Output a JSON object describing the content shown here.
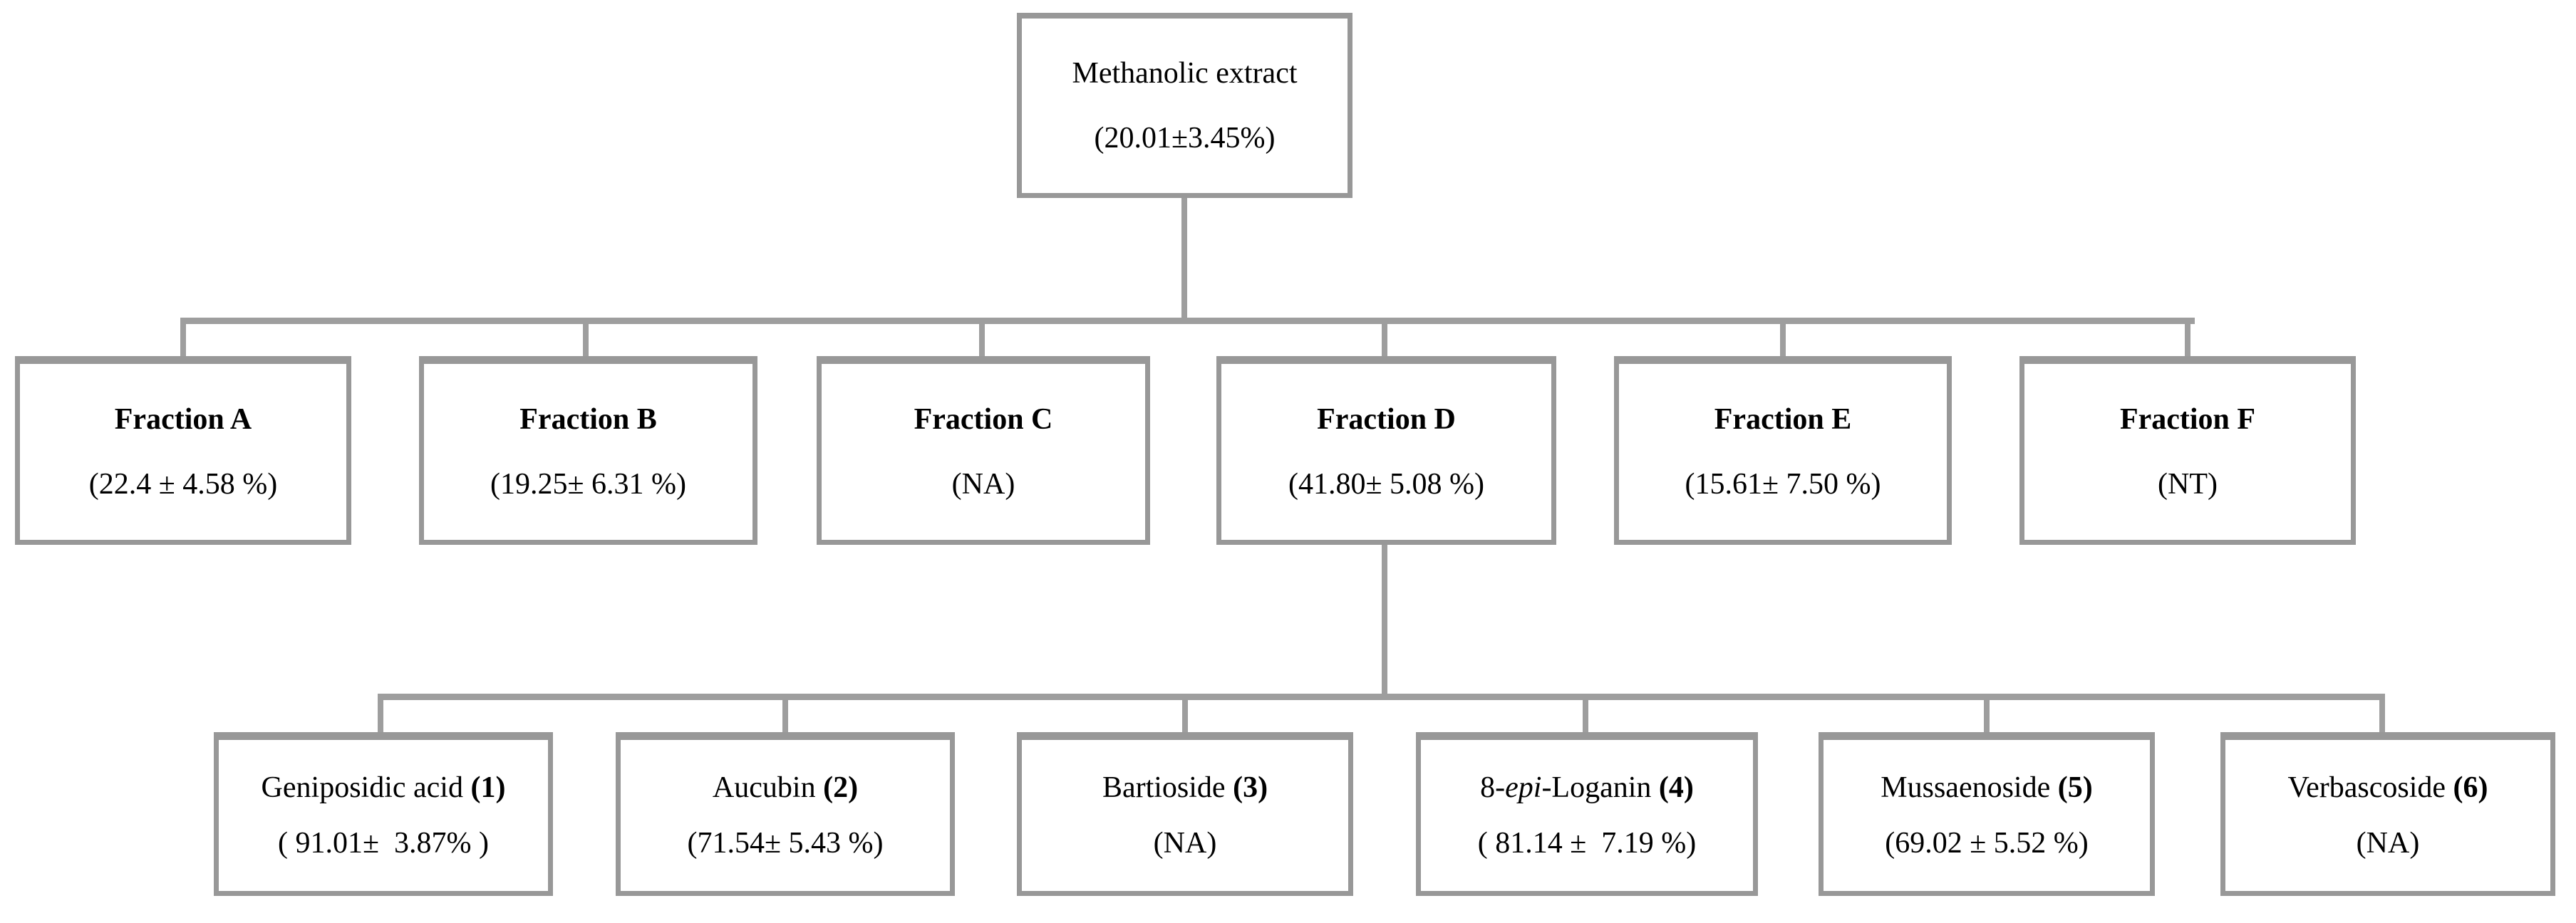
{
  "figure": {
    "type": "fractionation-flowchart",
    "background_color": "#ffffff",
    "box_border_color": "#989898",
    "connector_color": "#9e9e9e",
    "text_color": "#000000",
    "compounds_parent": "Fraction D"
  },
  "root": {
    "name": "Methanolic extract",
    "value": "(20.01±3.45%)"
  },
  "fractions": [
    {
      "name": "Fraction A",
      "value": "(22.4 ± 4.58 %)"
    },
    {
      "name": "Fraction B",
      "value": "(19.25± 6.31 %)"
    },
    {
      "name": "Fraction C",
      "value": "(NA)"
    },
    {
      "name": "Fraction D",
      "value": "(41.80± 5.08 %)"
    },
    {
      "name": "Fraction E",
      "value": "(15.61± 7.50 %)"
    },
    {
      "name": "Fraction F",
      "value": "(NT)"
    }
  ],
  "compounds": [
    {
      "name": "Geniposidic acid",
      "number_label": "(1)",
      "value": "( 91.01±  3.87% )"
    },
    {
      "name": "Aucubin",
      "number_label": "(2)",
      "value": "(71.54± 5.43 %)"
    },
    {
      "name": "Bartioside",
      "number_label": "(3)",
      "value": "(NA)"
    },
    {
      "name_pre": "8-",
      "name_italic": "epi",
      "name_post": "-Loganin",
      "number_label": "(4)",
      "value": "( 81.14 ±  7.19 %)"
    },
    {
      "name": "Mussaenoside",
      "number_label": "(5)",
      "value": "(69.02 ± 5.52 %)"
    },
    {
      "name": "Verbascoside",
      "number_label": "(6)",
      "value": "(NA)"
    }
  ]
}
